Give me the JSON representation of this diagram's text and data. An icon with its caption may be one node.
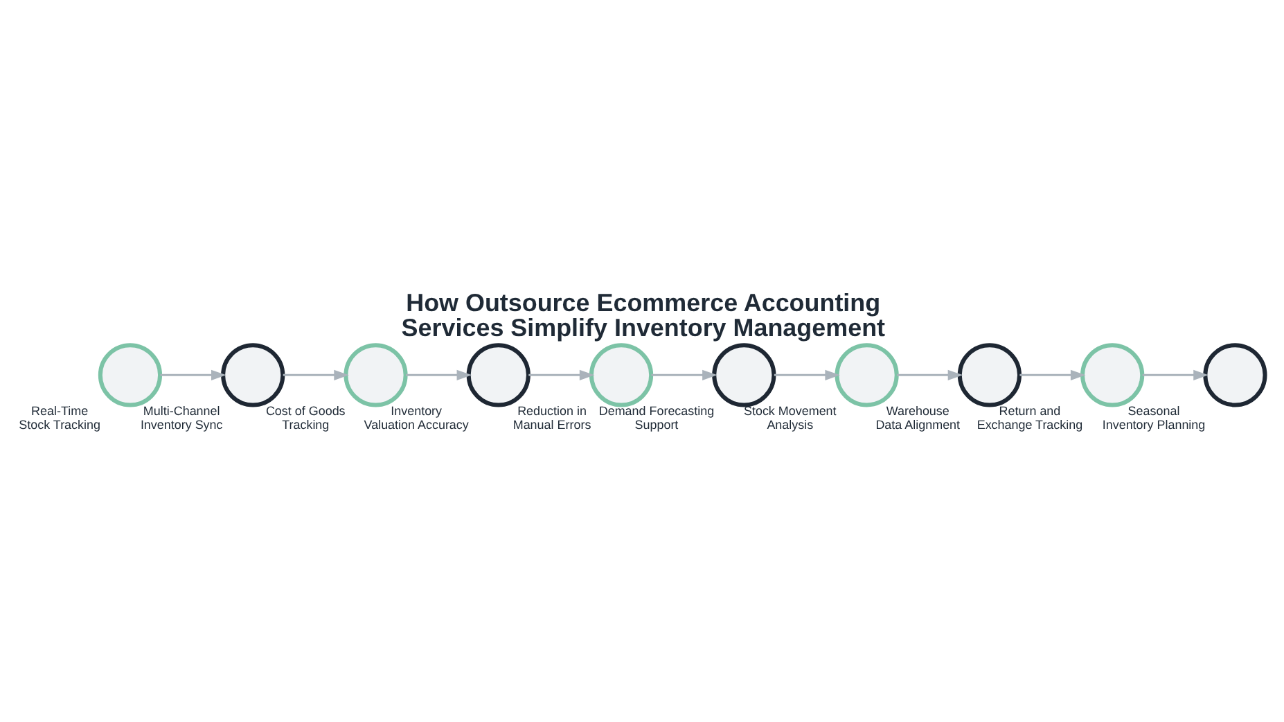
{
  "diagram": {
    "title": "How Outsource Ecommerce Accounting Services Simplify Inventory Management",
    "nodes": [
      {
        "text": [],
        "shape": "circle",
        "beside": [
          "Real-Time Stock Tracking"
        ]
      },
      {
        "text": [],
        "shape": "circle",
        "beside": [
          "Multi-Channel Inventory Sync"
        ]
      },
      {
        "text": [],
        "shape": "circle",
        "beside": [
          "Cost of Goods Tracking"
        ]
      },
      {
        "text": [],
        "shape": "circle",
        "beside": [
          "Inventory Valuation Accuracy"
        ]
      },
      {
        "text": [],
        "shape": "circle",
        "beside": [
          "Reduction in Manual Errors"
        ]
      },
      {
        "text": [],
        "shape": "circle",
        "beside": [
          "Demand Forecasting Support"
        ]
      },
      {
        "text": [],
        "shape": "circle",
        "beside": [
          "Stock Movement Analysis"
        ]
      },
      {
        "text": [],
        "shape": "circle",
        "beside": [
          "Warehouse Data Alignment"
        ]
      },
      {
        "text": [],
        "shape": "circle",
        "beside": [
          "Return and Exchange Tracking"
        ]
      },
      {
        "text": [],
        "shape": "circle",
        "beside": [
          "Seasonal Inventory Planning"
        ]
      }
    ],
    "edges": [
      {
        "from": 0,
        "to": 1,
        "arrow": "to"
      },
      {
        "from": 1,
        "to": 2,
        "arrow": "to"
      },
      {
        "from": 2,
        "to": 3,
        "arrow": "to"
      },
      {
        "from": 3,
        "to": 4,
        "arrow": "to"
      },
      {
        "from": 4,
        "to": 5,
        "arrow": "to"
      },
      {
        "from": 5,
        "to": 6,
        "arrow": "to"
      },
      {
        "from": 6,
        "to": 7,
        "arrow": "to"
      },
      {
        "from": 7,
        "to": 8,
        "arrow": "to"
      },
      {
        "from": 8,
        "to": 9,
        "arrow": "to"
      }
    ]
  }
}
